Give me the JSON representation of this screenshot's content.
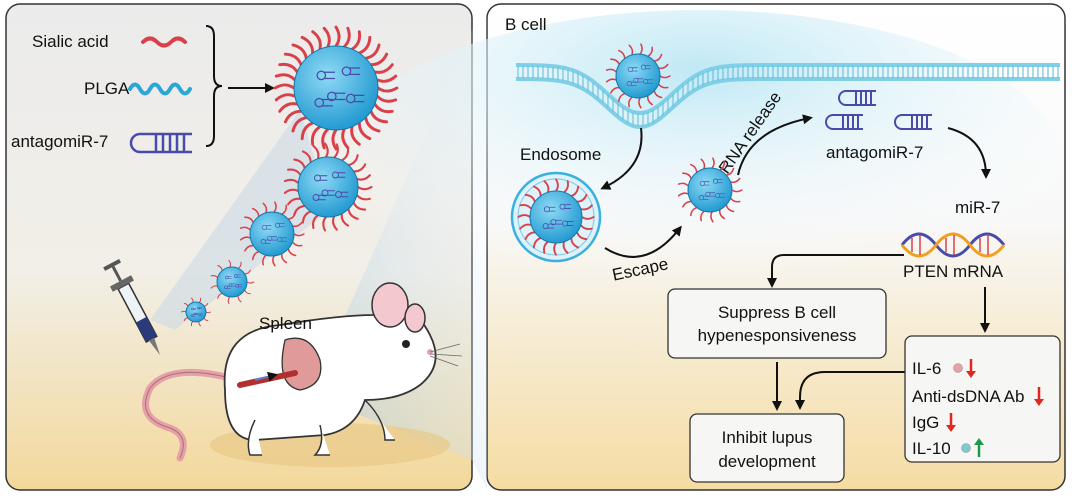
{
  "left_panel": {
    "legend": {
      "sialic_acid": "Sialic acid",
      "plga": "PLGA",
      "antagomir": "antagomiR-7"
    },
    "spleen_label": "Spleen"
  },
  "right_panel": {
    "title": "B cell",
    "endosome_label": "Endosome",
    "escape_label": "Escape",
    "rna_release_label": "RNA release",
    "antagomir_label": "antagomiR-7",
    "mir7_label": "miR-7",
    "pten_label": "PTEN mRNA",
    "suppress_box": {
      "line1": "Suppress B cell",
      "line2": "hypenesponsiveness"
    },
    "inhibit_box": {
      "line1": "Inhibit lupus",
      "line2": "development"
    },
    "cytokines": [
      {
        "label": "IL-6",
        "direction": "down",
        "has_dot": true,
        "dot_color": "#e8a0a8",
        "arrow_color": "#e0261f"
      },
      {
        "label": "Anti-dsDNA Ab",
        "direction": "down",
        "has_dot": false,
        "arrow_color": "#e0261f"
      },
      {
        "label": "IgG",
        "direction": "down",
        "has_dot": false,
        "arrow_color": "#e0261f"
      },
      {
        "label": "IL-10",
        "direction": "up",
        "has_dot": true,
        "dot_color": "#7fc8d8",
        "arrow_color": "#1a9a4a"
      }
    ]
  },
  "colors": {
    "sialic": "#d9404a",
    "plga": "#29a8d8",
    "antagomir": "#4a4aa8",
    "nanoparticle": "#3ab0e0",
    "membrane": "#7fcfe6"
  }
}
